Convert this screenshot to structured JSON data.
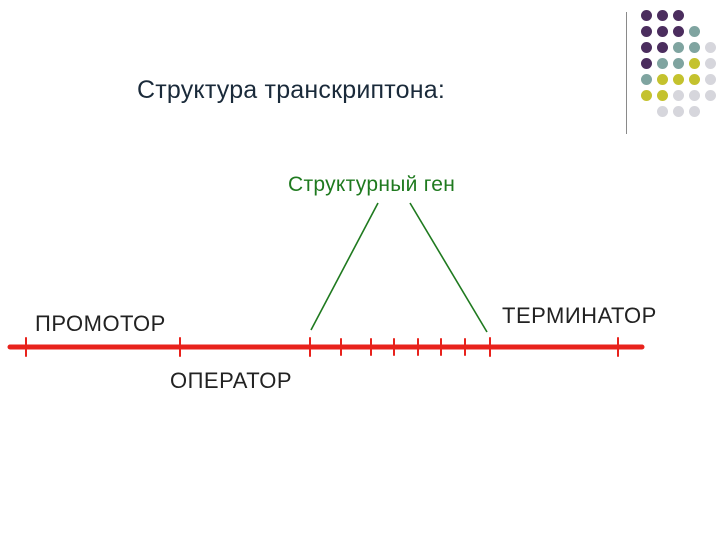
{
  "slide": {
    "title": "Структура транскриптона:"
  },
  "diagram": {
    "gene_label": "Структурный ген",
    "promoter_label": "ПРОМОТОР",
    "operator_label": "ОПЕРАТОР",
    "terminator_label": "ТЕРМИНАТОР",
    "colors": {
      "dna_line": "#e8221c",
      "gene_bracket": "#1f7a1f",
      "text": "#222222"
    }
  },
  "decoration": {
    "dot_colors": {
      "purple": "#4b2d5e",
      "teal": "#7fa4a0",
      "olive": "#c4c22e",
      "light": "#d6d6dc"
    }
  }
}
